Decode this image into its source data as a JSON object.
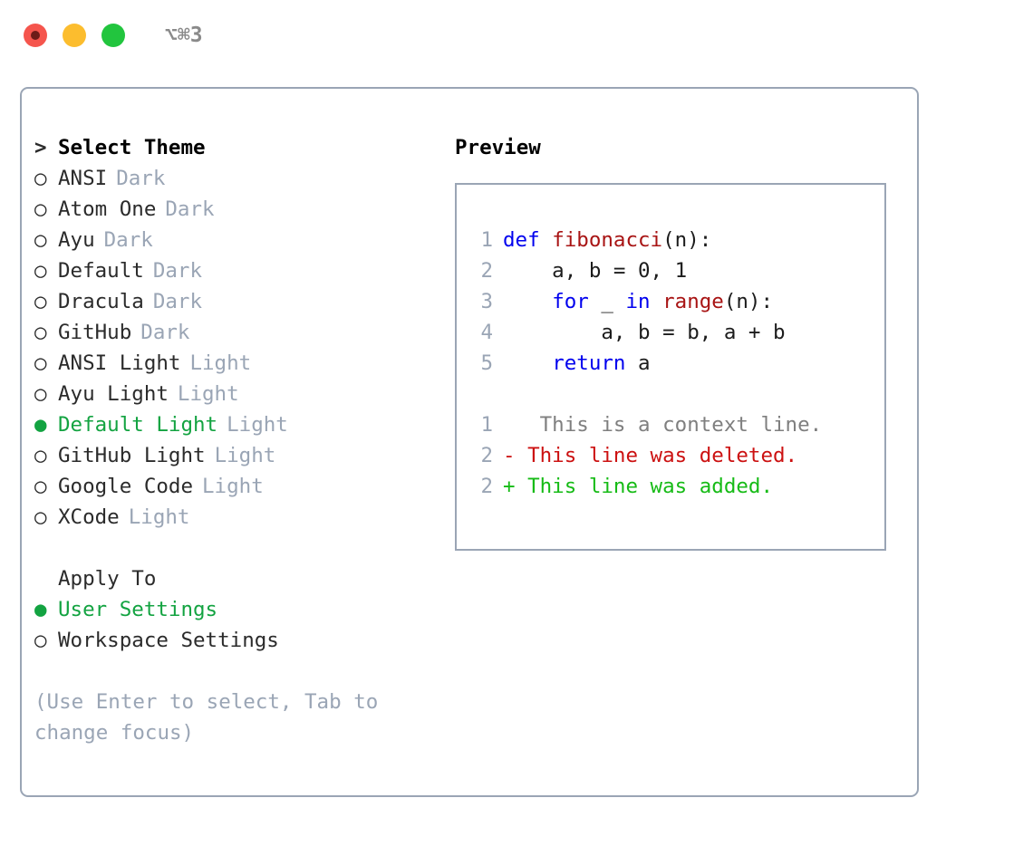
{
  "titlebar": {
    "dots": [
      {
        "name": "close-dot",
        "color": "#f5554d"
      },
      {
        "name": "minimize-dot",
        "color": "#fcbd2e"
      },
      {
        "name": "maximize-dot",
        "color": "#22c53e"
      }
    ],
    "shortcut": "⌥⌘3"
  },
  "colors": {
    "border": "#9aa5b5",
    "selected_green": "#13a341",
    "tag_grey": "#9aa5b5",
    "keyword_blue": "#0000ee",
    "function_red": "#a81414",
    "diff_add_green": "#16bb16",
    "diff_del_red": "#cc1111",
    "diff_ctx_grey": "#7f7f7f"
  },
  "theme_list": {
    "header": {
      "marker": ">",
      "label": "Select Theme"
    },
    "items": [
      {
        "marker": "○",
        "label": "ANSI",
        "tag": "Dark",
        "selected": false
      },
      {
        "marker": "○",
        "label": "Atom One",
        "tag": "Dark",
        "selected": false
      },
      {
        "marker": "○",
        "label": "Ayu",
        "tag": "Dark",
        "selected": false
      },
      {
        "marker": "○",
        "label": "Default",
        "tag": "Dark",
        "selected": false
      },
      {
        "marker": "○",
        "label": "Dracula",
        "tag": "Dark",
        "selected": false
      },
      {
        "marker": "○",
        "label": "GitHub",
        "tag": "Dark",
        "selected": false
      },
      {
        "marker": "○",
        "label": "ANSI Light",
        "tag": "Light",
        "selected": false
      },
      {
        "marker": "○",
        "label": "Ayu Light",
        "tag": "Light",
        "selected": false
      },
      {
        "marker": "●",
        "label": "Default Light",
        "tag": "Light",
        "selected": true
      },
      {
        "marker": "○",
        "label": "GitHub Light",
        "tag": "Light",
        "selected": false
      },
      {
        "marker": "○",
        "label": "Google Code",
        "tag": "Light",
        "selected": false
      },
      {
        "marker": "○",
        "label": "XCode",
        "tag": "Light",
        "selected": false
      }
    ]
  },
  "apply_to": {
    "header": "Apply To",
    "items": [
      {
        "marker": "●",
        "label": "User Settings",
        "selected": true
      },
      {
        "marker": "○",
        "label": "Workspace Settings",
        "selected": false
      }
    ]
  },
  "help_text": "(Use Enter to select, Tab to change focus)",
  "preview": {
    "title": "Preview",
    "code_lines": [
      {
        "no": "1",
        "parts": [
          {
            "t": "def ",
            "c": "kw"
          },
          {
            "t": "fibonacci",
            "c": "fn"
          },
          {
            "t": "(n):",
            "c": "plain"
          }
        ]
      },
      {
        "no": "2",
        "parts": [
          {
            "t": "    a, b = 0, 1",
            "c": "plain"
          }
        ]
      },
      {
        "no": "3",
        "parts": [
          {
            "t": "    ",
            "c": "plain"
          },
          {
            "t": "for",
            "c": "kw"
          },
          {
            "t": " _ ",
            "c": "plain"
          },
          {
            "t": "in",
            "c": "kw"
          },
          {
            "t": " ",
            "c": "plain"
          },
          {
            "t": "range",
            "c": "fn"
          },
          {
            "t": "(n):",
            "c": "plain"
          }
        ]
      },
      {
        "no": "4",
        "parts": [
          {
            "t": "        a, b = b, a + b",
            "c": "plain"
          }
        ]
      },
      {
        "no": "5",
        "parts": [
          {
            "t": "    ",
            "c": "plain"
          },
          {
            "t": "return",
            "c": "kw"
          },
          {
            "t": " a",
            "c": "plain"
          }
        ]
      }
    ],
    "diff_lines": [
      {
        "no": "1",
        "sign": " ",
        "text": "  This is a context line.",
        "kind": "ctx"
      },
      {
        "no": "2",
        "sign": "-",
        "text": " This line was deleted.",
        "kind": "del"
      },
      {
        "no": "2",
        "sign": "+",
        "text": " This line was added.",
        "kind": "add"
      }
    ]
  }
}
